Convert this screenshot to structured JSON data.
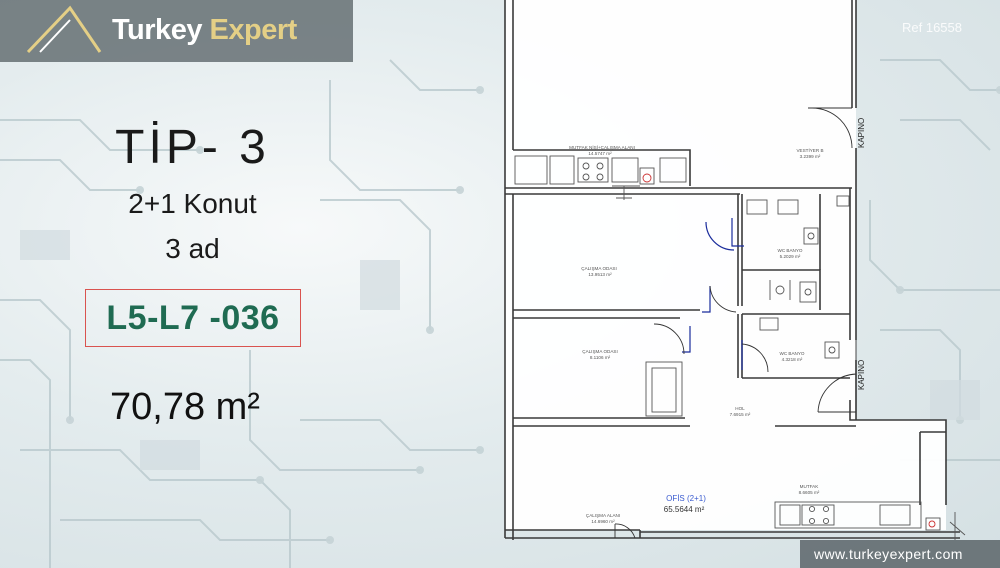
{
  "brand": {
    "name_part1": "Turkey",
    "name_part2": "Expert",
    "ref": "Ref 16558",
    "website": "www.turkeyexpert.com"
  },
  "unit": {
    "type_title": "TİP- 3",
    "layout": "2+1 Konut",
    "count": "3 ad",
    "code": "L5-L7 -036",
    "area": "70,78 m²"
  },
  "floor_plan": {
    "rooms": [
      {
        "name": "MUTFAK NİŞİ+ÇALIŞMA ALANI",
        "area": "14.5747 m²"
      },
      {
        "name": "VESTİYER B",
        "area": "3.2399 m²"
      },
      {
        "name": "ÇALIŞMA ODASI",
        "area": "13.9513 m²"
      },
      {
        "name": "WC BANYO",
        "area": "5.2029 m²"
      },
      {
        "name": "ÇALIŞMA ODASI",
        "area": "8.1106 m²"
      },
      {
        "name": "WC BANYO",
        "area": "4.3218 m²"
      },
      {
        "name": "HOL",
        "area": "7.6915 m²"
      },
      {
        "name": "MUTFAK",
        "area": "8.6605 m²"
      },
      {
        "name": "ÇALIŞMA ALANI",
        "area": "14.6960 m²"
      }
    ],
    "office_label": "OFİS (2+1)",
    "office_area": "65.5644 m²",
    "entrance_labels": [
      "KAPINO",
      "KAPINO"
    ]
  }
}
